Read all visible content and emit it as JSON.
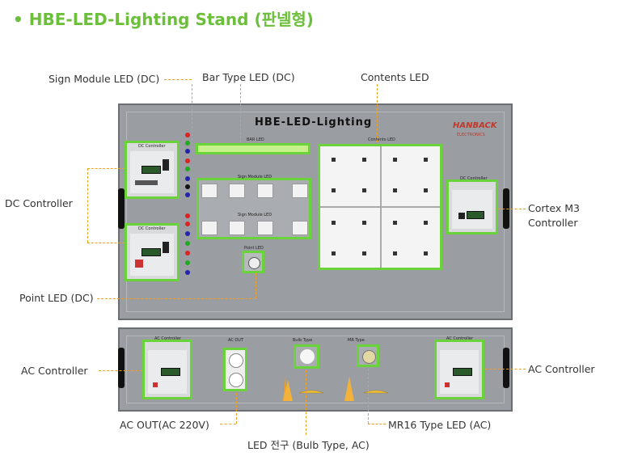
{
  "title": "• HBE-LED-Lighting Stand (판넬형)",
  "labels": {
    "sign_module": "Sign Module LED (DC)",
    "bar_type": "Bar Type LED (DC)",
    "contents": "Contents LED",
    "dc_controller": "DC Controller",
    "cortex": "Cortex M3",
    "controller": "Controller",
    "point_led": "Point LED (DC)",
    "ac_controller_left": "AC Controller",
    "ac_controller_right": "AC Controller",
    "ac_out": "AC OUT(AC 220V)",
    "mr16": "MR16 Type LED (AC)",
    "bulb": "LED 전구 (Bulb Type, AC)"
  },
  "panel": {
    "heading": "HBE-LED-Lighting",
    "logo": "HANBACK",
    "logo_sub": "ELECTRONICS",
    "bar_led": "BAR LED",
    "sign_module_led": "Sign Module LED",
    "contents_led": "Contents LED",
    "dc_controller": "DC Controller",
    "point_led": "Point LED",
    "ac_controller": "AC Controller",
    "ac_out": "AC OUT",
    "bulb_type": "Bulb Type",
    "mr_type": "MR Type"
  },
  "colors": {
    "accent": "#6cbf3a",
    "leader": "#f0a020",
    "highlight": "#6bd33a"
  }
}
